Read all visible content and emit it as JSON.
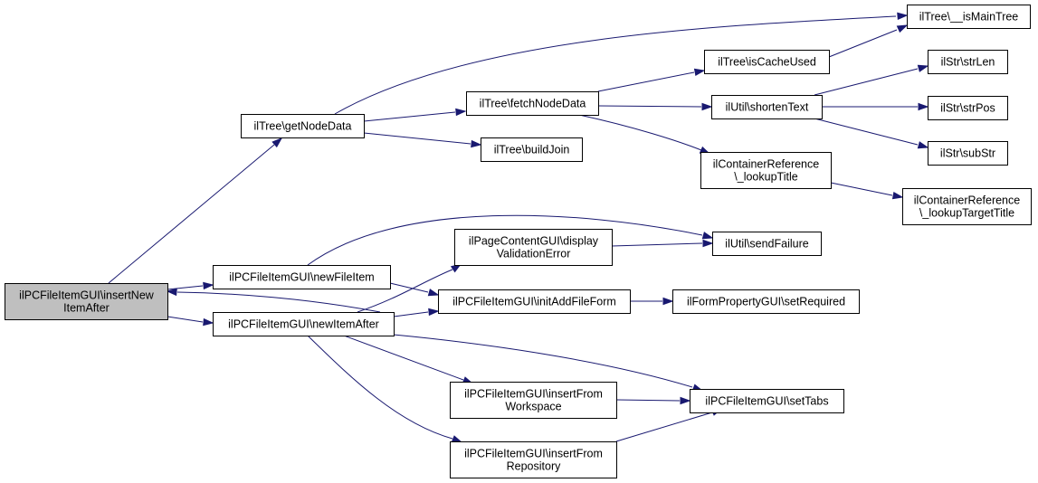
{
  "colors": {
    "edge": "#191970",
    "root_fill": "#bfbfbf",
    "node_fill": "#ffffff",
    "node_border": "#000000"
  },
  "nodes": [
    {
      "id": "insertNewItemAfter",
      "lines": [
        "ilPCFileItemGUI\\insertNew",
        "ItemAfter"
      ],
      "root": true
    },
    {
      "id": "getNodeData",
      "lines": [
        "ilTree\\getNodeData"
      ]
    },
    {
      "id": "newFileItem",
      "lines": [
        "ilPCFileItemGUI\\newFileItem"
      ]
    },
    {
      "id": "newItemAfter",
      "lines": [
        "ilPCFileItemGUI\\newItemAfter"
      ]
    },
    {
      "id": "fetchNodeData",
      "lines": [
        "ilTree\\fetchNodeData"
      ]
    },
    {
      "id": "buildJoin",
      "lines": [
        "ilTree\\buildJoin"
      ]
    },
    {
      "id": "isMainTree",
      "lines": [
        "ilTree\\__isMainTree"
      ]
    },
    {
      "id": "isCacheUsed",
      "lines": [
        "ilTree\\isCacheUsed"
      ]
    },
    {
      "id": "shortenText",
      "lines": [
        "ilUtil\\shortenText"
      ]
    },
    {
      "id": "lookupTitle",
      "lines": [
        "ilContainerReference",
        "\\_lookupTitle"
      ]
    },
    {
      "id": "strLen",
      "lines": [
        "ilStr\\strLen"
      ]
    },
    {
      "id": "strPos",
      "lines": [
        "ilStr\\strPos"
      ]
    },
    {
      "id": "subStr",
      "lines": [
        "ilStr\\subStr"
      ]
    },
    {
      "id": "lookupTargetTitle",
      "lines": [
        "ilContainerReference",
        "\\_lookupTargetTitle"
      ]
    },
    {
      "id": "displayValidationError",
      "lines": [
        "ilPageContentGUI\\display",
        "ValidationError"
      ]
    },
    {
      "id": "sendFailure",
      "lines": [
        "ilUtil\\sendFailure"
      ]
    },
    {
      "id": "initAddFileForm",
      "lines": [
        "ilPCFileItemGUI\\initAddFileForm"
      ]
    },
    {
      "id": "setRequired",
      "lines": [
        "ilFormPropertyGUI\\setRequired"
      ]
    },
    {
      "id": "insertFromWorkspace",
      "lines": [
        "ilPCFileItemGUI\\insertFrom",
        "Workspace"
      ]
    },
    {
      "id": "insertFromRepository",
      "lines": [
        "ilPCFileItemGUI\\insertFrom",
        "Repository"
      ]
    },
    {
      "id": "setTabs",
      "lines": [
        "ilPCFileItemGUI\\setTabs"
      ]
    }
  ],
  "edges": [
    {
      "from": "insertNewItemAfter",
      "to": "getNodeData"
    },
    {
      "from": "insertNewItemAfter",
      "to": "newFileItem"
    },
    {
      "from": "insertNewItemAfter",
      "to": "newItemAfter"
    },
    {
      "from": "newItemAfter",
      "to": "insertNewItemAfter"
    },
    {
      "from": "getNodeData",
      "to": "fetchNodeData"
    },
    {
      "from": "getNodeData",
      "to": "buildJoin"
    },
    {
      "from": "getNodeData",
      "to": "isMainTree"
    },
    {
      "from": "fetchNodeData",
      "to": "isCacheUsed"
    },
    {
      "from": "fetchNodeData",
      "to": "shortenText"
    },
    {
      "from": "fetchNodeData",
      "to": "lookupTitle"
    },
    {
      "from": "isCacheUsed",
      "to": "isMainTree"
    },
    {
      "from": "shortenText",
      "to": "strLen"
    },
    {
      "from": "shortenText",
      "to": "strPos"
    },
    {
      "from": "shortenText",
      "to": "subStr"
    },
    {
      "from": "lookupTitle",
      "to": "lookupTargetTitle"
    },
    {
      "from": "newFileItem",
      "to": "sendFailure"
    },
    {
      "from": "newFileItem",
      "to": "initAddFileForm"
    },
    {
      "from": "newItemAfter",
      "to": "displayValidationError"
    },
    {
      "from": "newItemAfter",
      "to": "initAddFileForm"
    },
    {
      "from": "newItemAfter",
      "to": "insertFromWorkspace"
    },
    {
      "from": "newItemAfter",
      "to": "insertFromRepository"
    },
    {
      "from": "newItemAfter",
      "to": "setTabs"
    },
    {
      "from": "displayValidationError",
      "to": "sendFailure"
    },
    {
      "from": "initAddFileForm",
      "to": "setRequired"
    },
    {
      "from": "insertFromWorkspace",
      "to": "setTabs"
    },
    {
      "from": "insertFromRepository",
      "to": "setTabs"
    }
  ]
}
